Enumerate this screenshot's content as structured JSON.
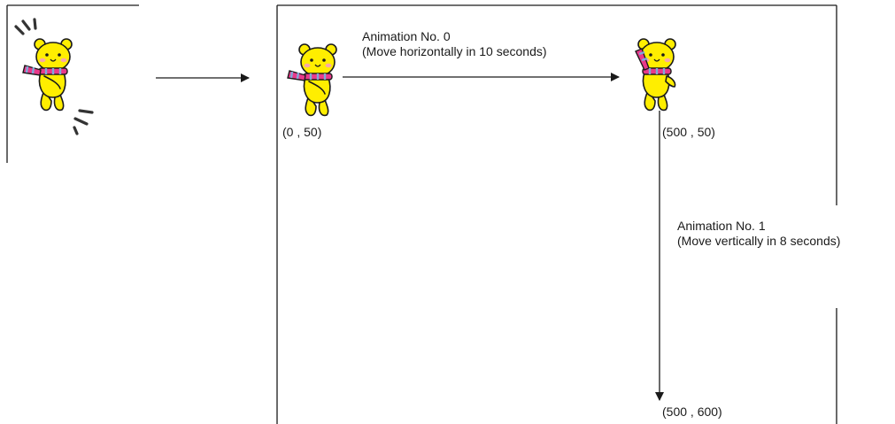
{
  "animations": [
    {
      "title": "Animation No. 0",
      "description": "(Move horizontally in 10 seconds)"
    },
    {
      "title": "Animation No. 1",
      "description": "(Move vertically in 8 seconds)"
    }
  ],
  "coordinates": {
    "start": "(0 , 50)",
    "middle": "(500 , 50)",
    "end": "(500 , 600)"
  },
  "colors": {
    "bear_body": "#ffee00",
    "outline": "#1a1a1a",
    "scarf_pink": "#e8398a",
    "scarf_blue": "#7fa9d8",
    "cheek": "#f7a8a8",
    "line": "#1a1a1a"
  },
  "icons": [
    "bear-mascot-icon",
    "sparkle-lines-icon",
    "arrow-right-icon",
    "arrow-down-icon"
  ]
}
